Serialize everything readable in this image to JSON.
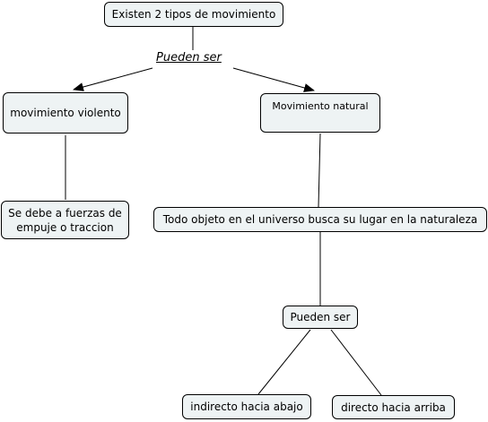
{
  "concept_map": {
    "nodes": {
      "root": "Existen 2 tipos de movimiento",
      "violento": "movimiento violento",
      "natural": "Movimiento natural",
      "fuerzas": "Se debe a fuerzas de empuje o traccion",
      "universo": "Todo objeto en el universo busca su lugar en la naturaleza",
      "pueden_ser_2": "Pueden ser",
      "indirecto": "indirecto hacia abajo",
      "directo": "directo hacia arriba"
    },
    "link_phrases": {
      "pueden_ser_1": "Pueden ser"
    },
    "colors": {
      "node_fill": "#eef3f4",
      "node_border": "#000000",
      "line": "#000000"
    }
  }
}
